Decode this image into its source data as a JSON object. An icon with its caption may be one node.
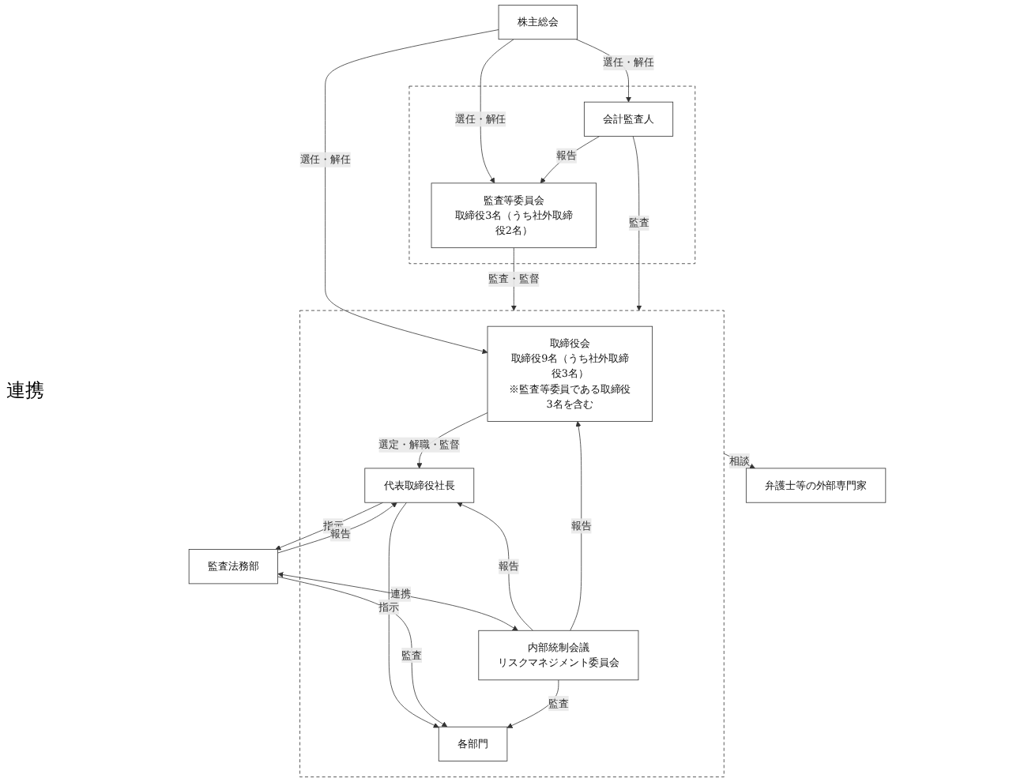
{
  "diagram": {
    "nodes": [
      {
        "text": [
          "株主総会"
        ]
      },
      {
        "text": [],
        "shape": "box"
      },
      {
        "text": [
          "会計監査人"
        ],
        "in": 1
      },
      {
        "text": [
          "監査等委員会",
          "取締役3名（うち社外取締役2名）"
        ],
        "in": 1
      },
      {
        "text": [],
        "shape": "box"
      },
      {
        "text": [
          "取締役会",
          "取締役9名（うち社外取締役3名）",
          "※監査等委員である取締役3名を含む"
        ],
        "in": 4
      },
      {
        "text": [
          "監査法務部"
        ]
      },
      {
        "text": [
          "代表取締役社長"
        ],
        "in": 4
      },
      {
        "text": [
          "内部統制会議",
          "リスクマネジメント委員会"
        ],
        "in": 4
      },
      {
        "text": [
          "各部門"
        ],
        "in": 4
      },
      {
        "text": [
          "弁護士等の外部専門家"
        ]
      }
    ],
    "edges": [
      {
        "from": 0,
        "to": 2,
        "arrow": "to",
        "label": "選任・解任"
      },
      {
        "from": 0,
        "to": 3,
        "arrow": "to",
        "label": "選任・解任"
      },
      {
        "from": 0,
        "to": 5,
        "arrow": "to",
        "label": "選任・解任"
      },
      {
        "from": 2,
        "to": 3,
        "arrow": "to",
        "label": "報告"
      },
      {
        "from": 3,
        "to": 4,
        "arrow": "to",
        "label": "監査・監督"
      },
      {
        "from": 2,
        "to": 4,
        "arrow": "to",
        "label": "監査"
      },
      {
        "from": 5,
        "to": 7,
        "arrow": "to",
        "label": "選定・解職・監督"
      },
      {
        "from": 7,
        "to": 6,
        "arrow": "to",
        "label": "指示"
      },
      {
        "from": 6,
        "to": 7,
        "arrow": "to",
        "label": "報告"
      },
      {
        "from": 8,
        "to": 7,
        "arrow": "to",
        "label": "報告"
      },
      {
        "from": 8,
        "to": 5,
        "arrow": "to",
        "label": "報告"
      },
      {
        "from": 7,
        "to": 9,
        "arrow": "to",
        "label": "指示"
      },
      {
        "from": 6,
        "to": 9,
        "arrow": "to",
        "label": "監査"
      },
      {
        "from": 8,
        "to": 9,
        "arrow": "to",
        "label": "監査"
      },
      {
        "from": 4,
        "to": 10,
        "arrow": "to",
        "label": "相談"
      },
      {
        "from": 6,
        "to": 8,
        "arrow": "both",
        "label": "連携"
      }
    ],
    "labels": [
      "連携"
    ]
  }
}
